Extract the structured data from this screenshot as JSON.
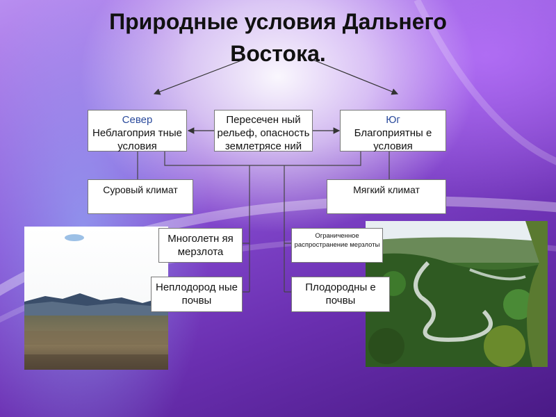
{
  "title_line1": "Природные условия Дальнего",
  "title_line2": "Востока.",
  "north": {
    "heading": "Север",
    "text": "Неблагоприя тные условия"
  },
  "relief": {
    "text": "Пересечен ный рельеф, опасность землетрясе ний"
  },
  "south": {
    "heading": "Юг",
    "text": "Благоприятны е условия"
  },
  "harsh_climate": "Суровый климат",
  "mild_climate": "Мягкий климат",
  "permafrost": "Многолетн яя мерзлота",
  "limited_permafrost": "Ограниченное распространение мерзлоты",
  "infertile_soils": "Неплодород ные почвы",
  "fertile_soils": "Плодородны е почвы",
  "colors": {
    "heading_blue": "#2a4a9c",
    "background_purple": "#7a3cc8"
  }
}
